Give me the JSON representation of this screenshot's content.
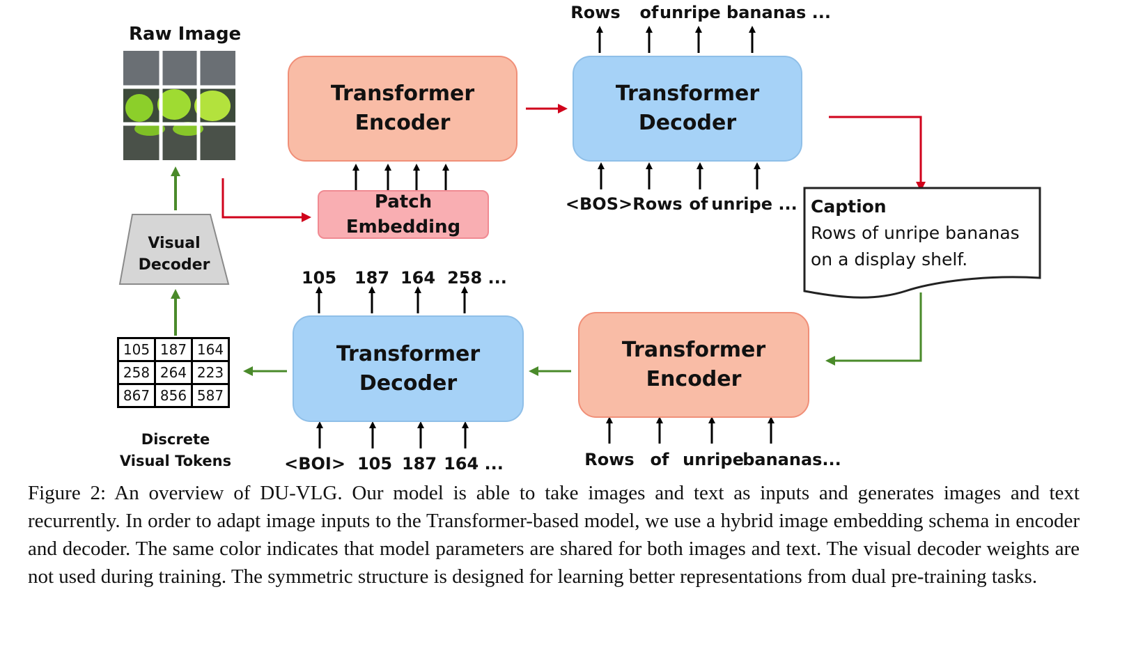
{
  "raw_image": {
    "label": "Raw Image"
  },
  "visual_decoder": {
    "line1": "Visual",
    "line2": "Decoder"
  },
  "discrete_tokens": {
    "line1": "Discrete",
    "line2": "Visual Tokens",
    "grid": [
      [
        "105",
        "187",
        "164"
      ],
      [
        "258",
        "264",
        "223"
      ],
      [
        "867",
        "856",
        "587"
      ]
    ]
  },
  "top_encoder": {
    "line1": "Transformer",
    "line2": "Encoder"
  },
  "patch_embedding": {
    "line1": "Patch",
    "line2": "Embedding"
  },
  "top_decoder": {
    "line1": "Transformer",
    "line2": "Decoder",
    "outputs": [
      "Rows",
      "of",
      "unripe bananas ..."
    ],
    "inputs": [
      "<BOS>",
      "Rows",
      "of",
      "unripe ..."
    ]
  },
  "caption_box": {
    "title": "Caption",
    "line1": "Rows of unripe bananas",
    "line2": "on a display shelf."
  },
  "bottom_encoder": {
    "line1": "Transformer",
    "line2": "Encoder",
    "inputs": [
      "Rows",
      "of",
      "unripe",
      "bananas..."
    ]
  },
  "bottom_decoder": {
    "line1": "Transformer",
    "line2": "Decoder",
    "outputs": [
      "105",
      "187",
      "164",
      "258 ..."
    ],
    "inputs": [
      "<BOI>",
      "105",
      "187",
      "164 ..."
    ]
  },
  "figure_caption": "Figure 2: An overview of DU-VLG. Our model is able to take images and text as inputs and generates images and text recurrently. In order to adapt image inputs to the Transformer-based model, we use a hybrid image embedding schema in encoder and decoder. The same color indicates that model parameters are shared for both images and text. The visual decoder weights are not used during training. The symmetric structure is designed for learning better representations from dual pre-training tasks.",
  "colors": {
    "encoder": "#f9bca6",
    "decoder": "#a6d2f7",
    "patch": "#f9aeb2",
    "red_arrow": "#d0021b",
    "green_arrow": "#4a8a2a"
  }
}
